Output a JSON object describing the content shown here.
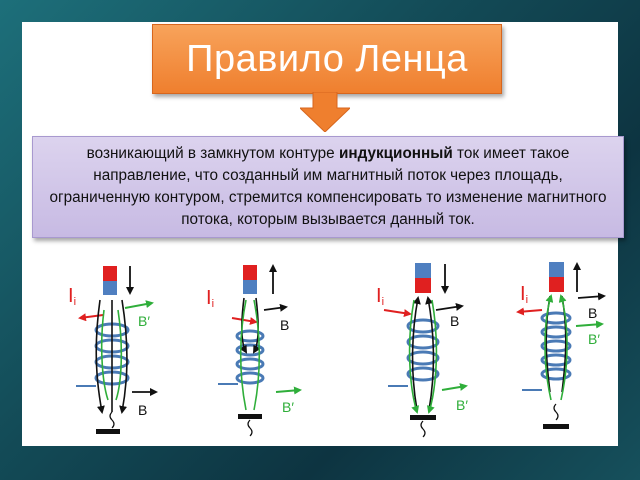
{
  "title": "Правило Ленца",
  "rule": {
    "part1": "возникающий в замкнутом контуре ",
    "bold": "индукционный",
    "part2": " ток имеет такое направление, что созданный им магнитный поток через площадь, ограниченную контуром, стремится компенсировать то изменение магнитного потока, которым вызывается данный ток."
  },
  "labels": {
    "current": "I",
    "current_sub": "i",
    "field": "B",
    "induced_field": "B′"
  },
  "colors": {
    "magnet_red": "#e02020",
    "magnet_blue": "#4f7fc0",
    "coil": "#4a7ab5",
    "green_arrow": "#2fae3a",
    "red_arrow": "#e02020",
    "title_orange": "#f0852f",
    "rule_purple": "#cfc4e8"
  }
}
